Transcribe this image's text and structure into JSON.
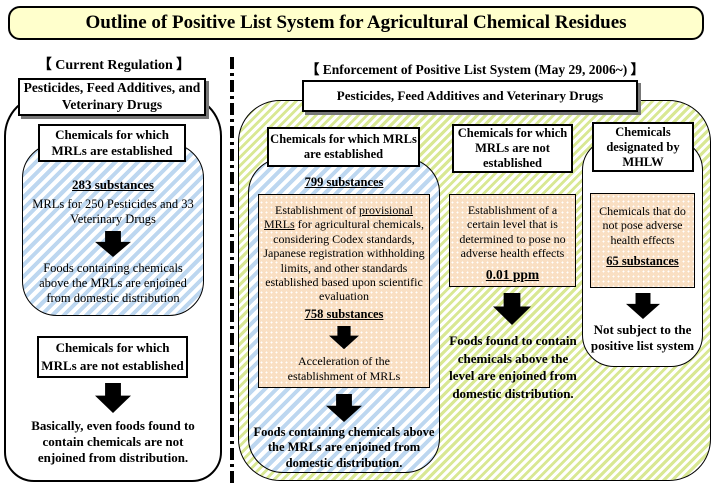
{
  "title": "Outline of Positive List System for Agricultural Chemical Residues",
  "colors": {
    "title_bg": "#ffffcc",
    "green_hatch": "#d9e894",
    "blue_hatch": "#bdd7f0",
    "orange_box": "#f9dfc3"
  },
  "left": {
    "heading": "【 Current Regulation 】",
    "category_box": "Pesticides, Feed Additives, and Veterinary Drugs",
    "established_header": "Chemicals for which MRLs are established",
    "established_count": "283 substances",
    "established_detail": "MRLs for 250 Pesticides and 33 Veterinary Drugs",
    "established_outcome": "Foods containing chemicals above the MRLs are enjoined from domestic distribution",
    "not_established_header": "Chemicals for which MRLs are not established",
    "not_established_outcome": "Basically, even foods found to contain chemicals are not enjoined from distribution."
  },
  "right": {
    "heading": "【 Enforcement of Positive List System (May 29, 2006~) 】",
    "category_box": "Pesticides, Feed Additives and Veterinary Drugs",
    "established": {
      "header": "Chemicals for which MRLs are established",
      "count": "799 substances",
      "process_prefix": "Establishment of ",
      "process_underline": "provisional MRLs",
      "process_suffix": " for agricultural chemicals, considering Codex standards, Japanese registration withholding limits, and other standards established based upon scientific evaluation",
      "process_count": "758 substances",
      "acceleration": "Acceleration of the establishment of MRLs",
      "outcome": "Foods containing chemicals above the MRLs are enjoined from domestic distribution."
    },
    "not_established": {
      "header": "Chemicals for which MRLs are not established",
      "process": "Establishment of a certain level that is determined to pose no adverse health effects",
      "level": "0.01 ppm",
      "outcome": "Foods found to contain chemicals above the level are enjoined from domestic distribution."
    },
    "designated": {
      "header": "Chemicals designated by MHLW",
      "process": "Chemicals that do not pose adverse health effects",
      "count": "65 substances",
      "outcome": "Not subject to the positive list system"
    }
  }
}
